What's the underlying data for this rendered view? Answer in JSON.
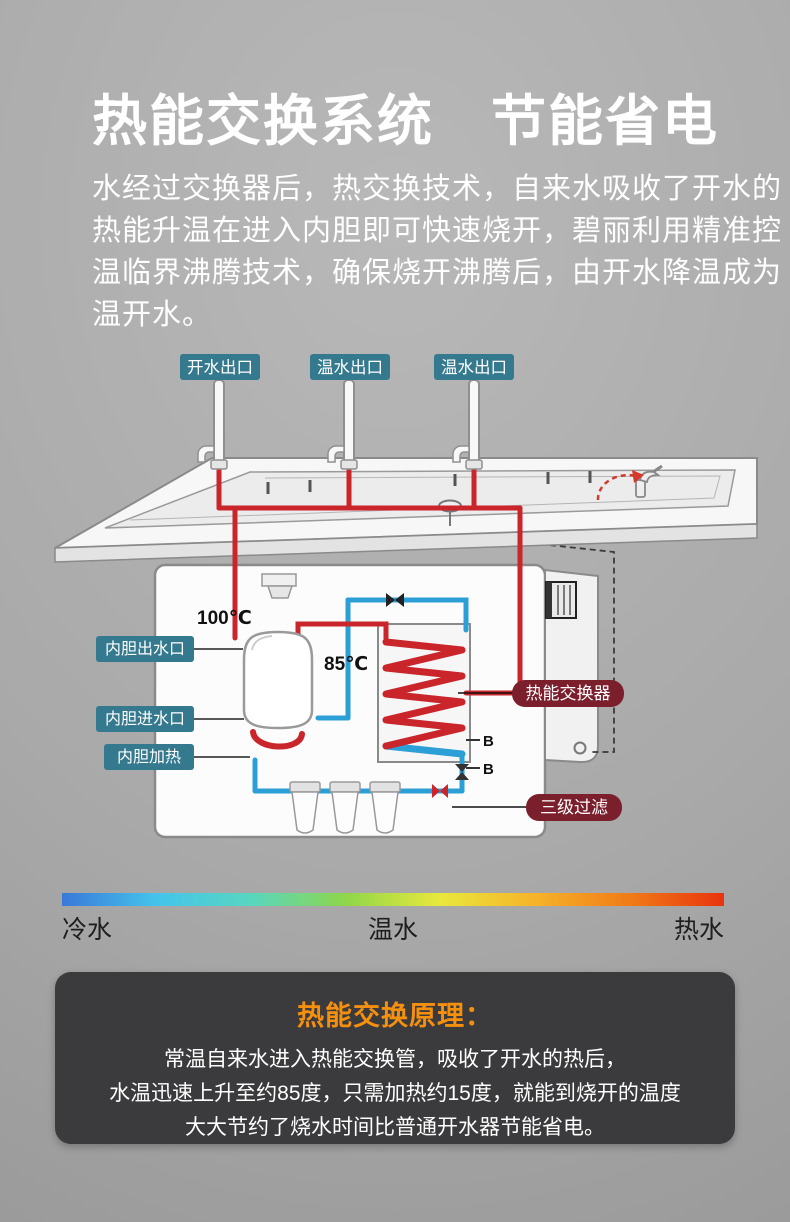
{
  "header": {
    "title": "热能交换系统　节能省电"
  },
  "intro": {
    "lines": [
      "水经过交换器后，热交换技术，自来水吸收了开水的",
      "热能升温在进入内胆即可快速烧开，碧丽利用精准控",
      "温临界沸腾技术，确保烧开沸腾后，由开水降温成为",
      "温开水。"
    ]
  },
  "diagram": {
    "outlets": [
      "开水出口",
      "温水出口",
      "温水出口"
    ],
    "temp_boiling": "100℃",
    "temp_preheat": "85℃",
    "left_labels": [
      "内胆出水口",
      "内胆进水口",
      "内胆加热"
    ],
    "right_labels": [
      "热能交换器",
      "三级过滤"
    ],
    "marker_b": "B"
  },
  "scale": {
    "cold": "冷水",
    "warm": "温水",
    "hot": "热水",
    "gradient": [
      "#3a79d8",
      "#44c4ec",
      "#59d6c0",
      "#8fd64a",
      "#e9e83c",
      "#f6b32a",
      "#f07b17",
      "#e9330e"
    ]
  },
  "principle": {
    "title": "热能交换原理：",
    "lines": [
      "常温自来水进入热能交换管，吸收了开水的热后，",
      "水温迅速上升至约85度，只需加热约15度，就能到烧开的温度",
      "大大节约了烧水时间比普通开水器节能省电。"
    ]
  },
  "colors": {
    "label_teal": "#35798e",
    "label_dark_red": "#7b1f2d",
    "pipe_hot": "#c9252b",
    "pipe_cold": "#2b9fd6",
    "principle_title": "#f5900f",
    "title_text": "#ffffff"
  }
}
